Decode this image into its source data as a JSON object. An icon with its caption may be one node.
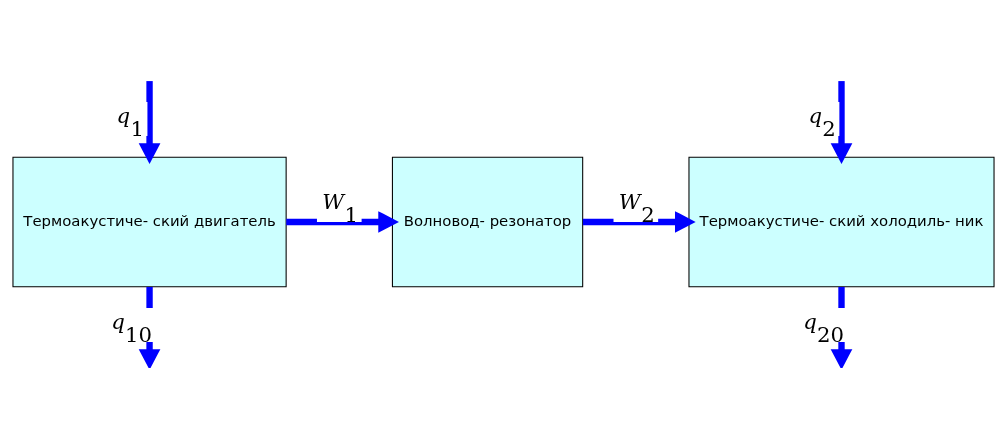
{
  "diagram": {
    "nodes": [
      {
        "text": [
          "Термоакустиче- ский двигатель"
        ]
      },
      {
        "text": [
          "Волновод- резонатор"
        ]
      },
      {
        "text": [
          "Термоакустиче- ский холодиль- ник"
        ]
      }
    ],
    "edges": [
      {
        "from": null,
        "to": 0,
        "arrow": "to",
        "label": "q$_{1}$"
      },
      {
        "from": 0,
        "to": null,
        "arrow": "to",
        "label": "q$_{10}$"
      },
      {
        "from": 0,
        "to": 1,
        "arrow": "to",
        "label": "W$_{1}$"
      },
      {
        "from": 1,
        "to": 2,
        "arrow": "to",
        "label": "W$_{2}$"
      },
      {
        "from": null,
        "to": 2,
        "arrow": "to",
        "label": "q$_{2}$"
      },
      {
        "from": 2,
        "to": null,
        "arrow": "to",
        "label": "q$_{20}$"
      }
    ]
  }
}
